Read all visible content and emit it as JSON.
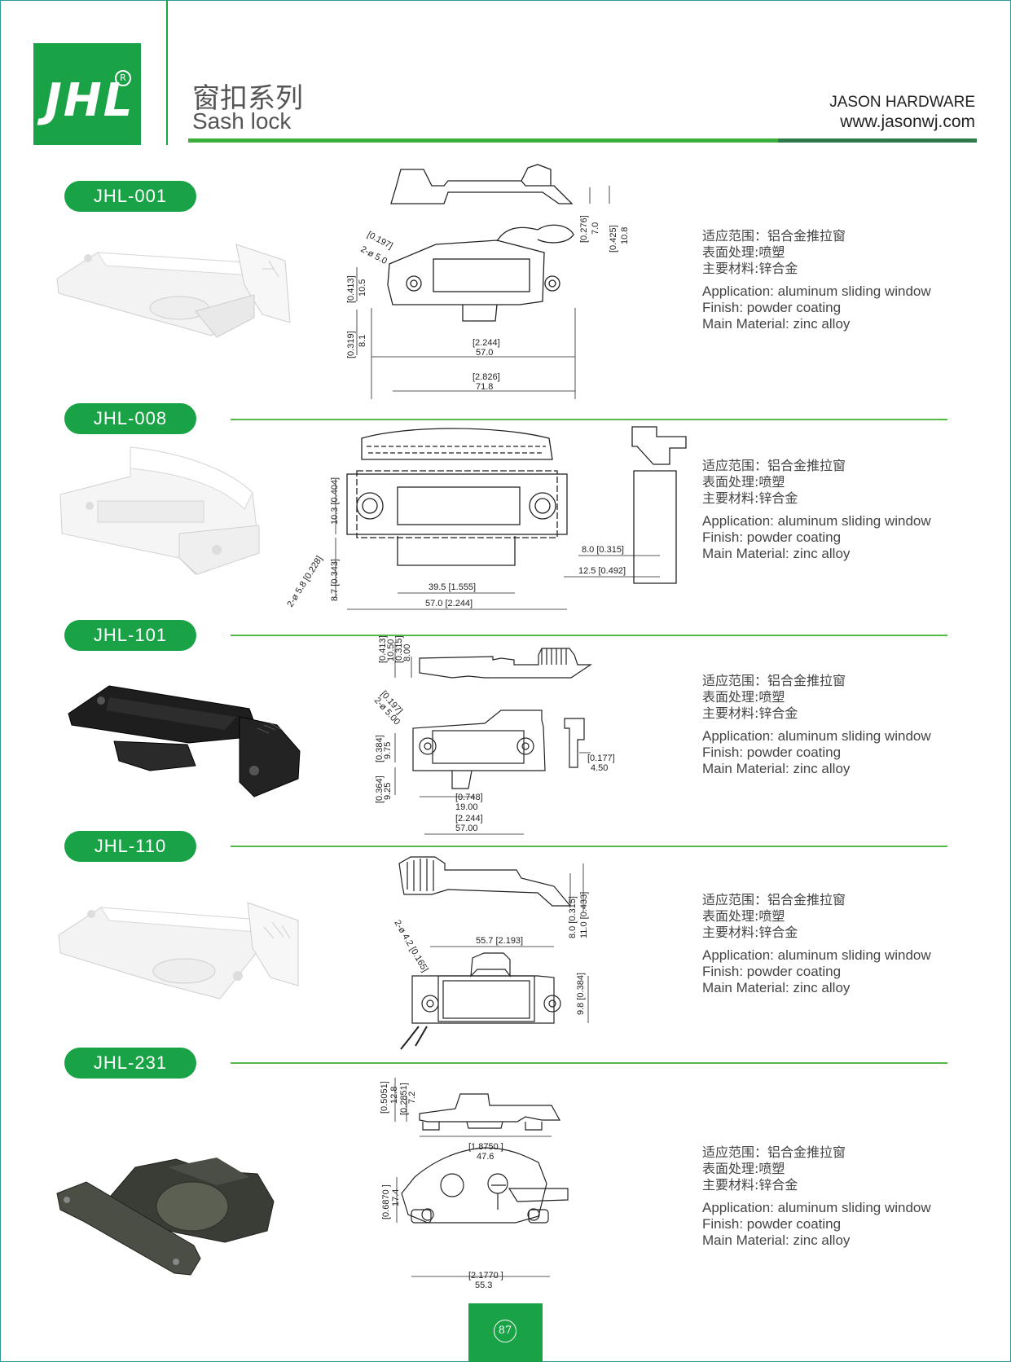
{
  "header": {
    "logo_text": "JHL",
    "logo_reg": "R",
    "title_cn": "窗扣系列",
    "title_en": "Sash lock",
    "brand": "JASON HARDWARE",
    "url": "www.jasonwj.com"
  },
  "products": [
    {
      "code": "JHL-001",
      "spec_cn": [
        "适应范围：铝合金推拉窗",
        "表面处理:喷塑",
        "主要材料:锌合金"
      ],
      "spec_en": [
        "Application: aluminum sliding window",
        "Finish: powder coating",
        "Main Material: zinc alloy"
      ],
      "dims": [
        "[0.197]",
        "2-ø 5.0",
        "[0.276]",
        "7.0",
        "[0.425]",
        "10.8",
        "[0.413]",
        "10.5",
        "[0.319]",
        "8.1",
        "[2.244]",
        "57.0",
        "[2.826]",
        "71.8"
      ]
    },
    {
      "code": "JHL-008",
      "spec_cn": [
        "适应范围：铝合金推拉窗",
        "表面处理:喷塑",
        "主要材料:锌合金"
      ],
      "spec_en": [
        "Application: aluminum sliding window",
        "Finish: powder coating",
        "Main Material: zinc alloy"
      ],
      "dims": [
        "10.3 [0.404]",
        "2-ø 5.8 [0.228]",
        "8.7 [0.343]",
        "39.5 [1.555]",
        "57.0 [2.244]",
        "8.0 [0.315]",
        "12.5 [0.492]"
      ]
    },
    {
      "code": "JHL-101",
      "spec_cn": [
        "适应范围：铝合金推拉窗",
        "表面处理:喷塑",
        "主要材料:锌合金"
      ],
      "spec_en": [
        "Application: aluminum sliding window",
        "Finish: powder coating",
        "Main Material: zinc alloy"
      ],
      "dims": [
        "[0.413]",
        "10.50",
        "[0.315]",
        "8.00",
        "[0.197]",
        "2-ø 5.00",
        "[0.384]",
        "9.75",
        "[0.364]",
        "9.25",
        "[0.748]",
        "19.00",
        "[2.244]",
        "57.00",
        "[0.177]",
        "4.50"
      ]
    },
    {
      "code": "JHL-110",
      "spec_cn": [
        "适应范围：铝合金推拉窗",
        "表面处理:喷塑",
        "主要材料:锌合金"
      ],
      "spec_en": [
        "Application: aluminum sliding window",
        "Finish: powder coating",
        "Main Material: zinc alloy"
      ],
      "dims": [
        "8.0 [0.315]",
        "11.0 [0.433]",
        "2-ø 4.2 [0.165]",
        "55.7 [2.193]",
        "9.8 [0.384]"
      ]
    },
    {
      "code": "JHL-231",
      "spec_cn": [
        "适应范围：铝合金推拉窗",
        "表面处理:喷塑",
        "主要材料:锌合金"
      ],
      "spec_en": [
        "Application: aluminum sliding window",
        "Finish: powder coating",
        "Main Material: zinc alloy"
      ],
      "dims": [
        "[0.5051]",
        "12.8",
        "[0.2851]",
        "7.2",
        "[1.8750 ]",
        "47.6",
        "[0.6870 ]",
        "17.4",
        "[2.1770 ]",
        "55.3"
      ]
    }
  ],
  "page_number": "87",
  "colors": {
    "green": "#1aa346",
    "line": "#55b949",
    "dark_green": "#2e7a4b"
  }
}
